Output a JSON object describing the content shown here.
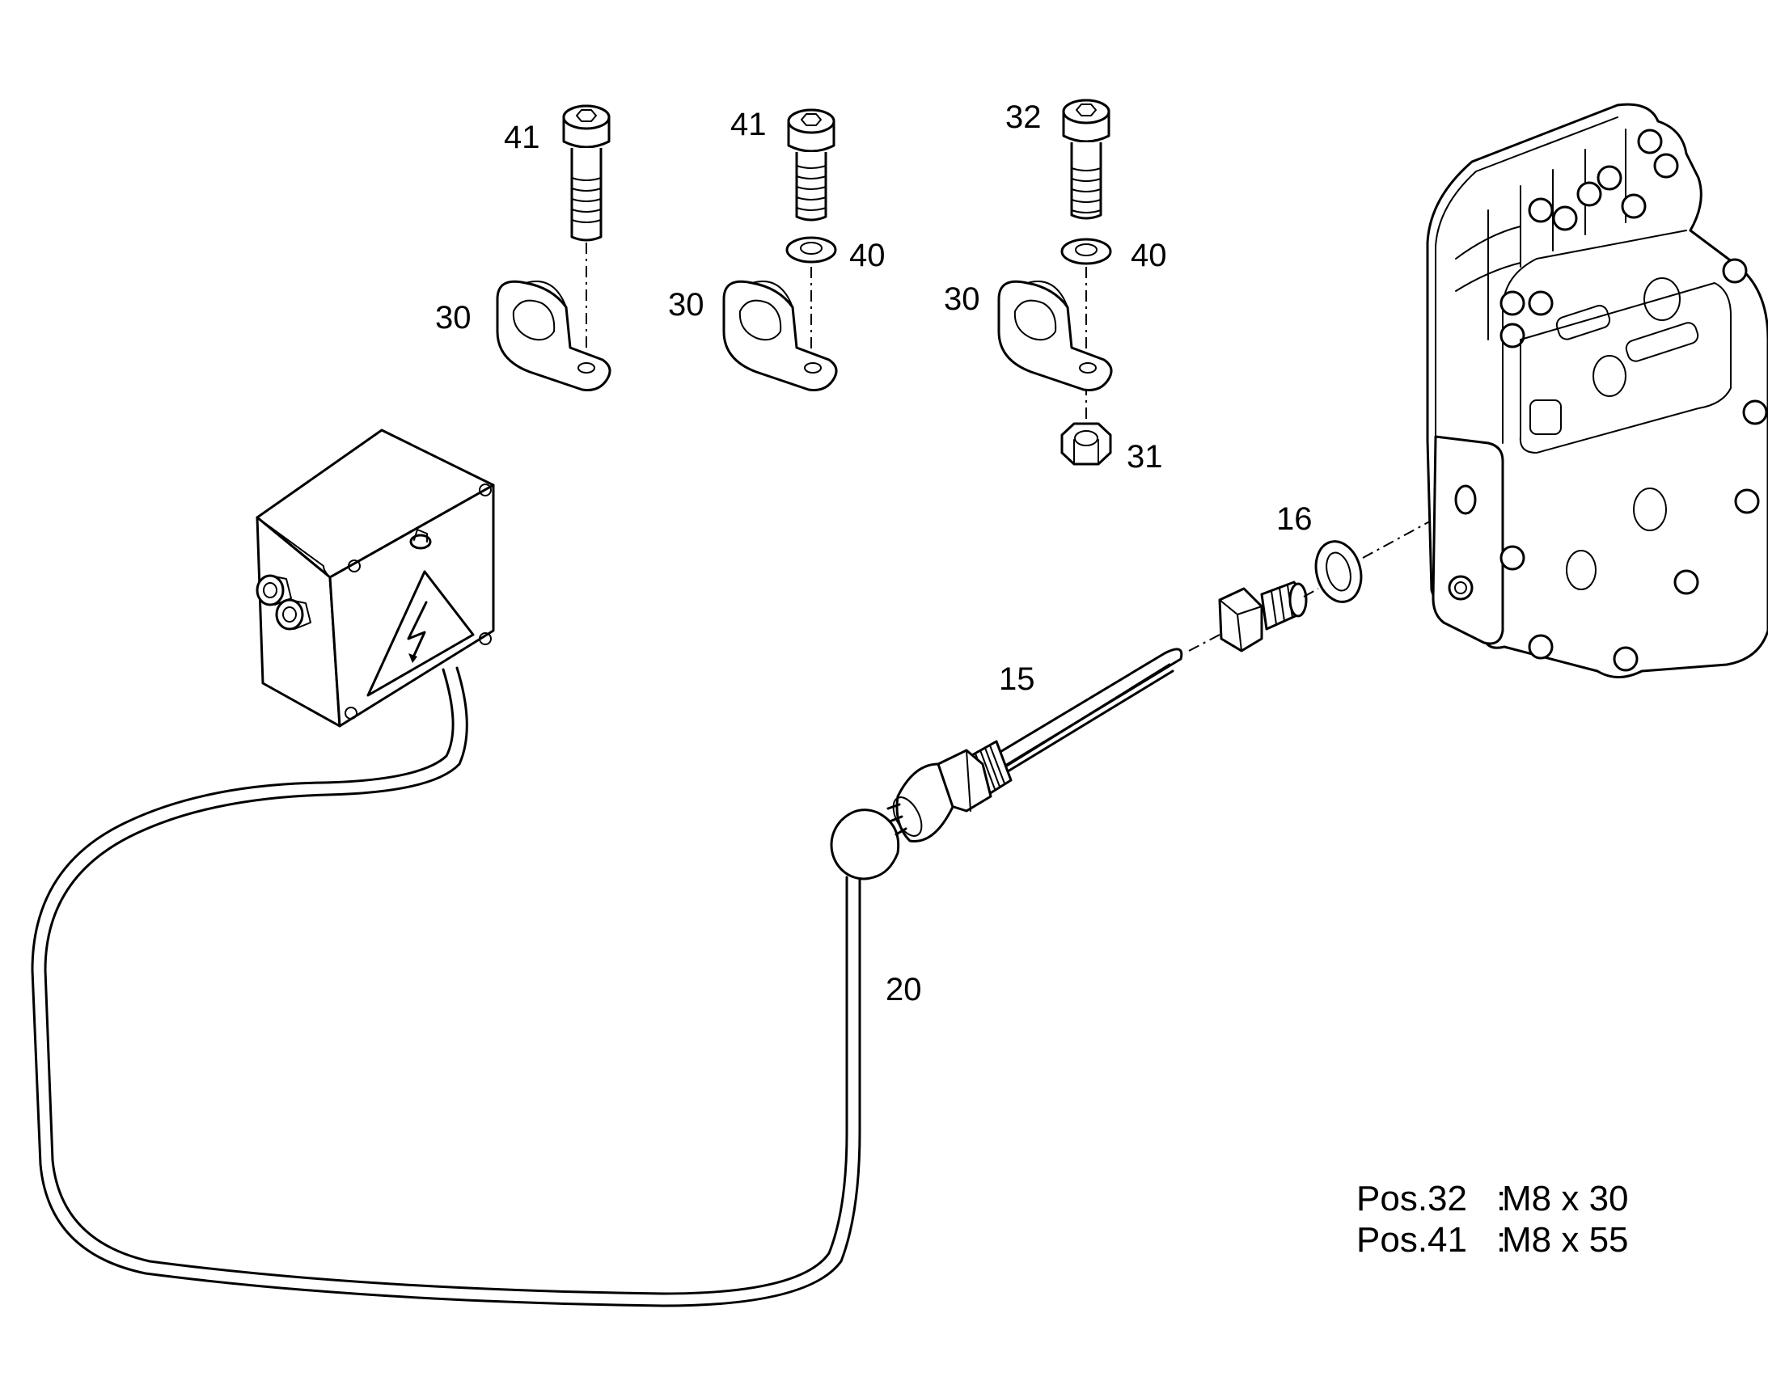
{
  "diagram": {
    "callouts": [
      {
        "id": "c41a",
        "text": "41"
      },
      {
        "id": "c41b",
        "text": "41"
      },
      {
        "id": "c32",
        "text": "32"
      },
      {
        "id": "c40a",
        "text": "40"
      },
      {
        "id": "c40b",
        "text": "40"
      },
      {
        "id": "c30a",
        "text": "30"
      },
      {
        "id": "c30b",
        "text": "30"
      },
      {
        "id": "c30c",
        "text": "30"
      },
      {
        "id": "c31",
        "text": "31"
      },
      {
        "id": "c16",
        "text": "16"
      },
      {
        "id": "c15",
        "text": "15"
      },
      {
        "id": "c20",
        "text": "20"
      }
    ],
    "notes": [
      {
        "pos": "Pos.32",
        "sep": ":",
        "spec": "M8 x 30"
      },
      {
        "pos": "Pos.41",
        "sep": ":",
        "spec": "M8 x 55"
      }
    ]
  }
}
